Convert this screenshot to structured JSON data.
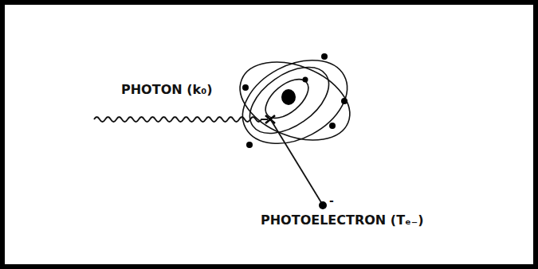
{
  "diagram": {
    "labels": [
      "PHOTON (k₀)",
      "PHOTOELECTRON (Tₑ₋)",
      "-"
    ]
  }
}
